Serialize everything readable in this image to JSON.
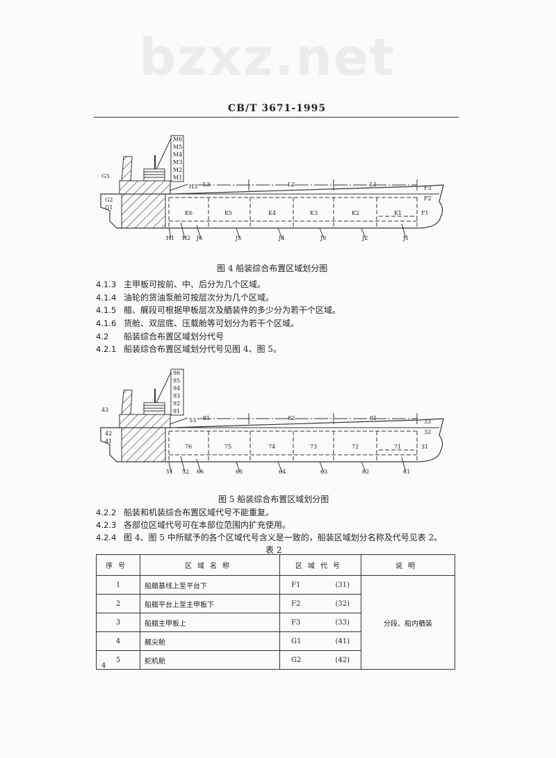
{
  "watermark": "bzxz.net",
  "header": {
    "standard_code": "CB/T 3671-1995"
  },
  "figure4": {
    "caption": "图 4   船装综合布置区域划分图",
    "labels": [
      "M6",
      "M5",
      "M4",
      "M3",
      "M2",
      "M1",
      "G3",
      "H3",
      "L3",
      "L2",
      "L1",
      "F3",
      "G2",
      "F2",
      "G1",
      "K6",
      "K5",
      "K4",
      "K3",
      "K2",
      "K1",
      "F1",
      "H1",
      "H2",
      "J6",
      "J5",
      "J4",
      "J3",
      "J2",
      "J1"
    ]
  },
  "sections1": [
    {
      "num": "4.1.3",
      "text": "主甲板可按前、中、后分为几个区域。"
    },
    {
      "num": "4.1.4",
      "text": "油轮的货油泵舱可按层次分为几个区域。"
    },
    {
      "num": "4.1.5",
      "text": "艏、艉段可根据甲板层次及舾装件的多少分为若干个区域。"
    },
    {
      "num": "4.1.6",
      "text": "货舱、双层底、压载舱等可划分为若干个区域。"
    },
    {
      "num": "4.2",
      "text": "船装综合布置区域划分代号"
    },
    {
      "num": "4.2.1",
      "text": "船装综合布置区域划分代号见图 4、图 5。"
    }
  ],
  "figure5": {
    "caption": "图 5   船装综合布置区域划分图",
    "labels": [
      "96",
      "95",
      "94",
      "93",
      "92",
      "91",
      "43",
      "53",
      "81",
      "82",
      "81",
      "33",
      "42",
      "32",
      "41",
      "76",
      "75",
      "74",
      "73",
      "72",
      "71",
      "31",
      "51",
      "52",
      "66",
      "65",
      "64",
      "63",
      "62",
      "61"
    ]
  },
  "sections2": [
    {
      "num": "4.2.2",
      "text": "船装和机装综合布置区域代号不能重复。"
    },
    {
      "num": "4.2.3",
      "text": "各部位区域代号可在本部位范围内扩充使用。"
    },
    {
      "num": "4.2.4",
      "text": "图 4、图 5 中所赋予的各个区域代号含义是一致的，船装区域划分名称及代号见表 2。"
    }
  ],
  "table2": {
    "title": "表 2",
    "headers": [
      "序号",
      "区域名称",
      "区域代号",
      "说明"
    ],
    "rows": [
      {
        "no": "1",
        "name": "船艏基线上至平台下",
        "code": "F1",
        "alt": "(31)"
      },
      {
        "no": "2",
        "name": "船艏平台上至主甲板下",
        "code": "F2",
        "alt": "(32)"
      },
      {
        "no": "3",
        "name": "船艏主甲板上",
        "code": "F3",
        "alt": "(33)"
      },
      {
        "no": "4",
        "name": "艉尖舱",
        "code": "G1",
        "alt": "(41)"
      },
      {
        "no": "5",
        "name": "舵机舱",
        "code": "G2",
        "alt": "(42)"
      }
    ],
    "note": "分段、船内舾装"
  },
  "page_number": "4"
}
